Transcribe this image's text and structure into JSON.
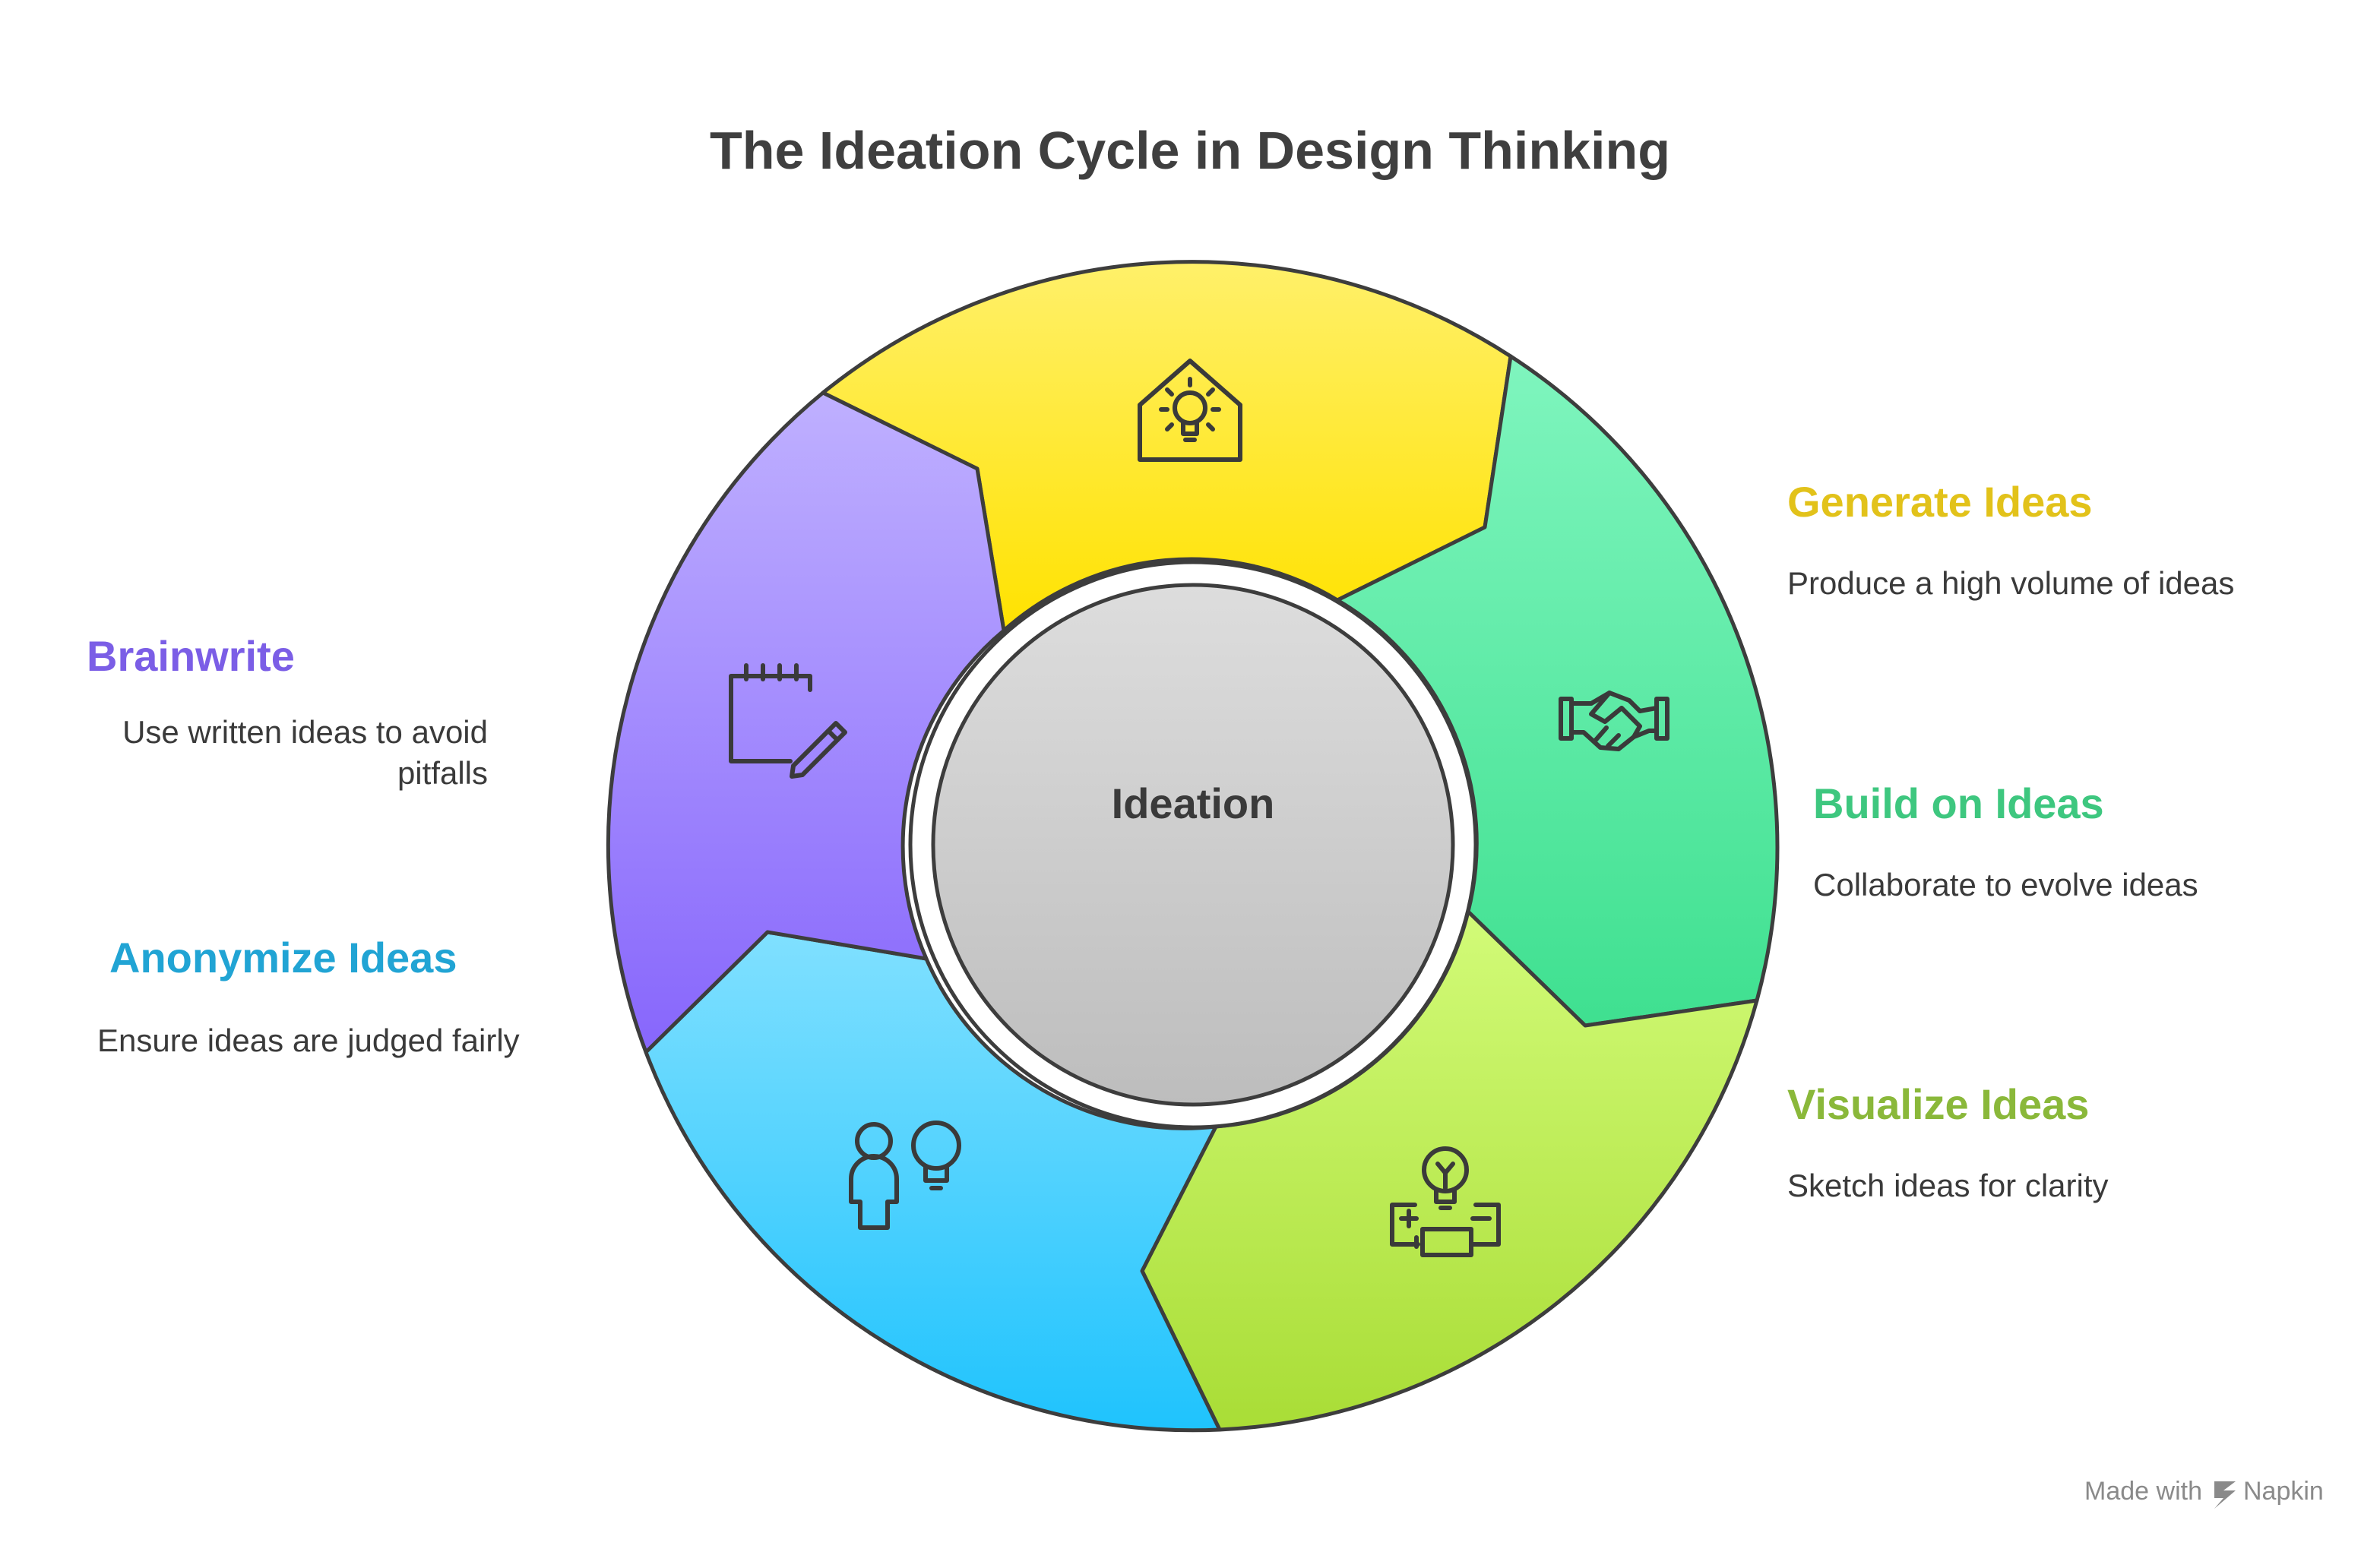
{
  "title": "The Ideation Cycle in Design Thinking",
  "center": {
    "label": "Ideation"
  },
  "steps": [
    {
      "title": "Generate Ideas",
      "description_lines": [
        "Produce a high volume of ideas"
      ],
      "color": "#e2c21a",
      "icon": "lightbulb-house-icon"
    },
    {
      "title": "Build on Ideas",
      "description_lines": [
        "Collaborate to evolve ideas"
      ],
      "color": "#3ec77f",
      "icon": "handshake-icon"
    },
    {
      "title": "Visualize Ideas",
      "description_lines": [
        "Sketch ideas for clarity"
      ],
      "color": "#8ab83a",
      "icon": "lightbulb-battery-icon"
    },
    {
      "title": "Anonymize Ideas",
      "description_lines": [
        "Ensure ideas are judged fairly"
      ],
      "color": "#21a4d4",
      "icon": "person-bulb-icon"
    },
    {
      "title": "Brainwrite",
      "description_lines": [
        "Use written ideas to avoid",
        "pitfalls"
      ],
      "color": "#7b5ee6",
      "icon": "notepad-pencil-icon"
    }
  ],
  "footer": {
    "made_with": "Made with",
    "brand": "Napkin"
  }
}
